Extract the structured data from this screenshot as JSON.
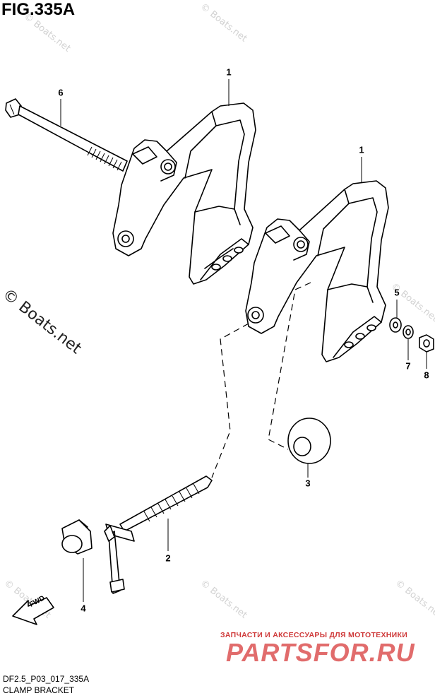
{
  "figure": {
    "title": "FIG.335A"
  },
  "callouts": [
    {
      "number": "1"
    },
    {
      "number": "1"
    },
    {
      "number": "2"
    },
    {
      "number": "3"
    },
    {
      "number": "4"
    },
    {
      "number": "5"
    },
    {
      "number": "6"
    },
    {
      "number": "7"
    },
    {
      "number": "8"
    }
  ],
  "watermarks": {
    "small": "© Boats.net",
    "large": "© Boats.net"
  },
  "fwd_label": "FWD",
  "shop": {
    "tagline": "ЗАПЧАСТИ И АКСЕССУАРЫ ДЛЯ МОТОТЕХНИКИ",
    "logo": "PARTSFOR.RU"
  },
  "footer": {
    "code": "DF2.5_P03_017_335A",
    "name": "CLAMP BRACKET"
  }
}
